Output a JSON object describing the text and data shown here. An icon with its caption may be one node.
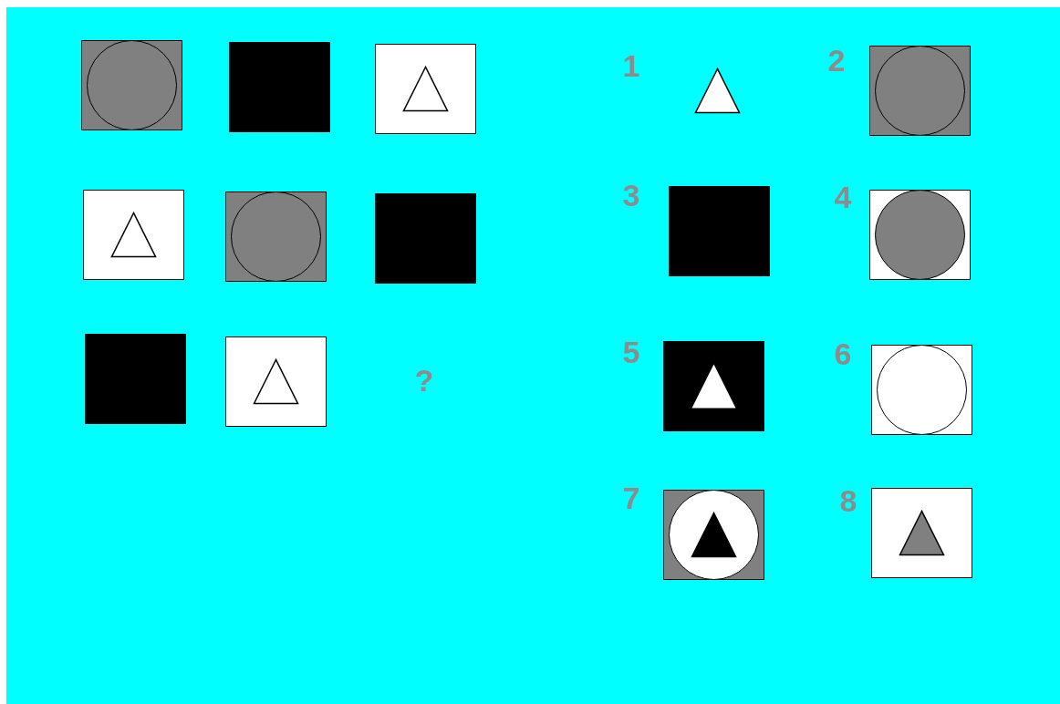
{
  "diagram": {
    "labels": [
      "?",
      "1",
      "2",
      "3",
      "4",
      "5",
      "6",
      "7",
      "8"
    ]
  }
}
